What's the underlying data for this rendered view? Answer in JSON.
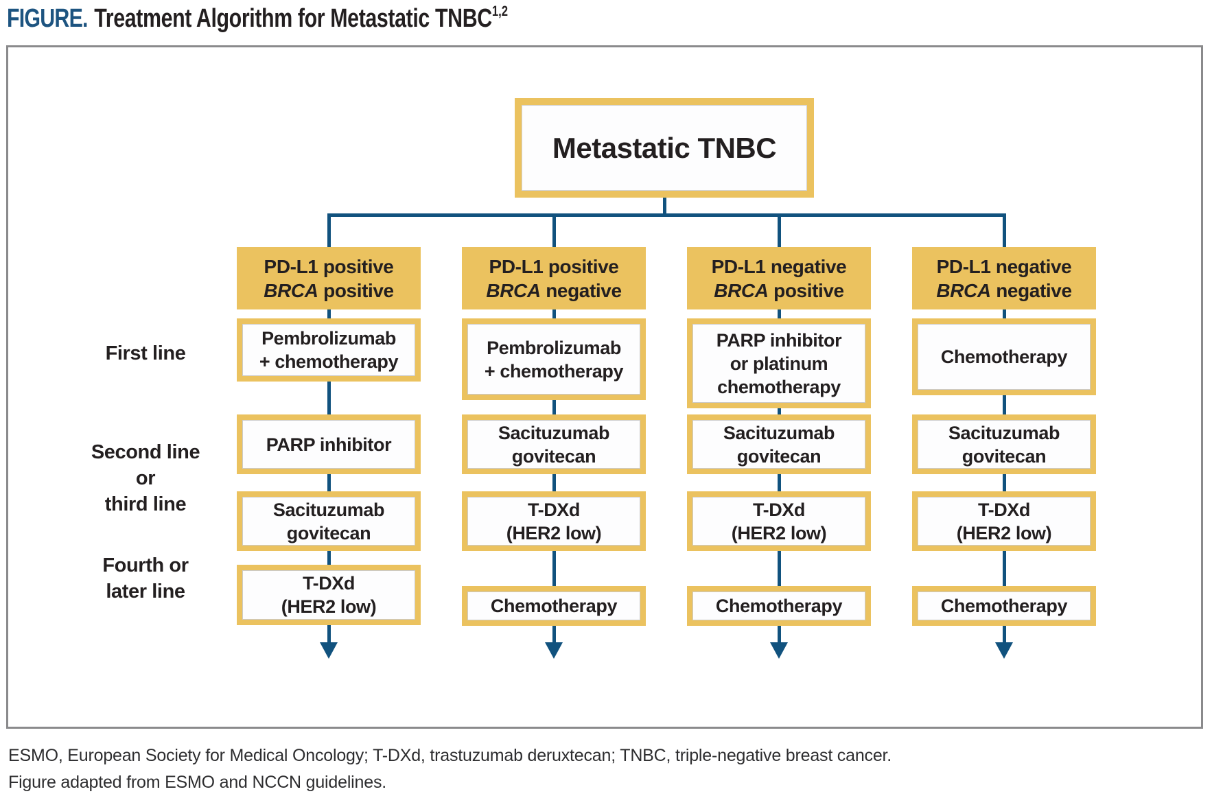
{
  "title": {
    "label": "FIGURE.",
    "text": "Treatment Algorithm for Metastatic TNBC",
    "superscript": "1,2"
  },
  "root_node": {
    "label": "Metastatic TNBC"
  },
  "row_labels": {
    "first": {
      "line1": "First line"
    },
    "second_third": {
      "line1": "Second line",
      "line2": "or",
      "line3": "third line"
    },
    "fourth_later": {
      "line1": "Fourth or",
      "line2": "later line"
    }
  },
  "columns": [
    {
      "header": {
        "line1": "PD-L1 positive",
        "gene": "BRCA",
        "status": "positive"
      },
      "boxes": [
        {
          "lines": [
            "Pembrolizumab",
            "+ chemotherapy"
          ]
        },
        {
          "lines": [
            "PARP inhibitor"
          ]
        },
        {
          "lines": [
            "Sacituzumab",
            "govitecan"
          ]
        },
        {
          "lines": [
            "T-DXd",
            "(HER2 low)"
          ]
        }
      ]
    },
    {
      "header": {
        "line1": "PD-L1 positive",
        "gene": "BRCA",
        "status": "negative"
      },
      "boxes": [
        {
          "lines": [
            "Pembrolizumab",
            "+ chemotherapy"
          ]
        },
        {
          "lines": [
            "Sacituzumab",
            "govitecan"
          ]
        },
        {
          "lines": [
            "T-DXd",
            "(HER2 low)"
          ]
        },
        {
          "lines": [
            "Chemotherapy"
          ]
        }
      ]
    },
    {
      "header": {
        "line1": "PD-L1 negative",
        "gene": "BRCA",
        "status": "positive"
      },
      "boxes": [
        {
          "lines": [
            "PARP inhibitor",
            "or platinum",
            "chemotherapy"
          ]
        },
        {
          "lines": [
            "Sacituzumab",
            "govitecan"
          ]
        },
        {
          "lines": [
            "T-DXd",
            "(HER2 low)"
          ]
        },
        {
          "lines": [
            "Chemotherapy"
          ]
        }
      ]
    },
    {
      "header": {
        "line1": "PD-L1 negative",
        "gene": "BRCA",
        "status": "negative"
      },
      "boxes": [
        {
          "lines": [
            "Chemotherapy"
          ]
        },
        {
          "lines": [
            "Sacituzumab",
            "govitecan"
          ]
        },
        {
          "lines": [
            "T-DXd",
            "(HER2 low)"
          ]
        },
        {
          "lines": [
            "Chemotherapy"
          ]
        }
      ]
    }
  ],
  "footer": {
    "line1": "ESMO, European Society for Medical Oncology; T-DXd, trastuzumab deruxtecan; TNBC, triple-negative breast cancer.",
    "line2": "Figure adapted from ESMO and NCCN guidelines."
  },
  "colors": {
    "gold": "#ebc25f",
    "connector_blue": "#11527e",
    "title_blue": "#1d5480",
    "text_black": "#231f20",
    "panel_border": "#8a8a8c",
    "footer_gray": "#2d2d2f"
  }
}
